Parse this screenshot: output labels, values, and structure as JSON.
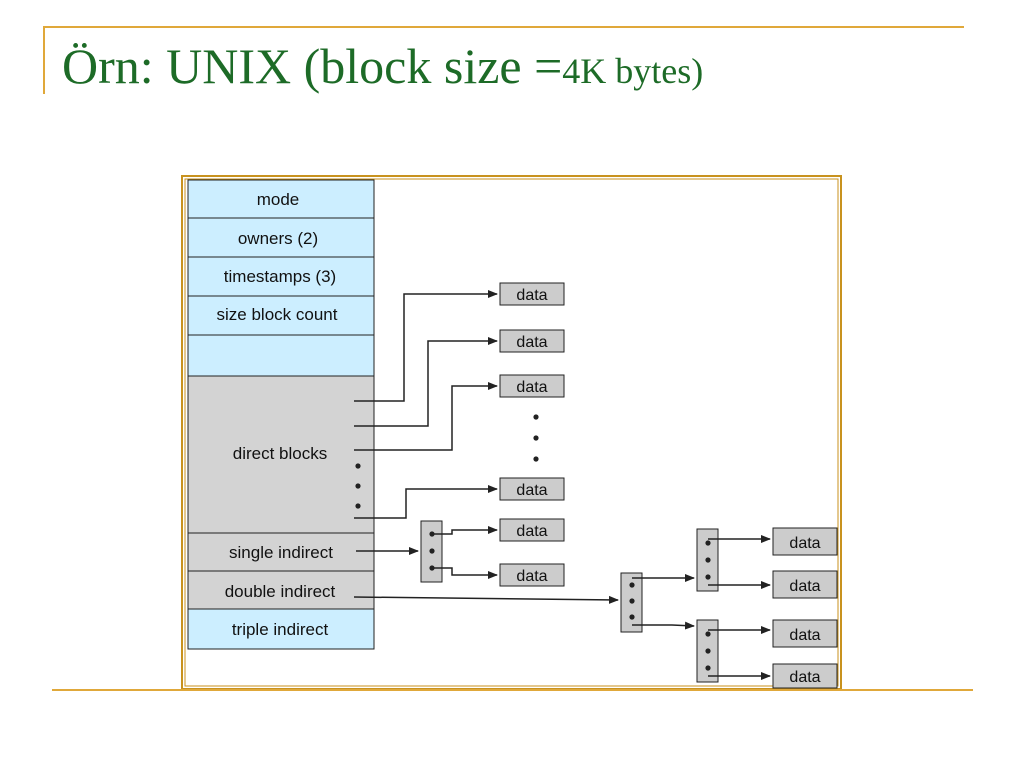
{
  "slide": {
    "title_main": "Örn: UNIX (block size =",
    "title_small": "4K bytes)"
  },
  "colors": {
    "title": "#1d6b27",
    "rule": "#e0a83a",
    "inode_light": "#cceeff",
    "inode_gray": "#d3d3d3",
    "border": "#c8921e",
    "block": "#cccccc",
    "stroke": "#222222"
  },
  "inode": {
    "rows": [
      "mode",
      "owners (2)",
      "timestamps (3)",
      "size block count",
      "",
      "direct blocks",
      "single indirect",
      "double indirect",
      "triple indirect"
    ]
  },
  "blocks": {
    "data_label": "data"
  }
}
